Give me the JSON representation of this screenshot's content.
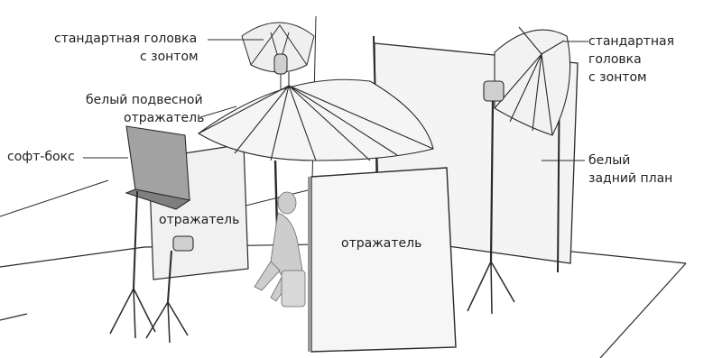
{
  "labels": {
    "standard_head_umbrella_left": [
      "стандартная головка",
      "с зонтом"
    ],
    "standard_head_umbrella_right": [
      "стандартная",
      "головка",
      "с зонтом"
    ],
    "white_hanging_reflector": [
      "белый подвесной",
      "отражатель"
    ],
    "softbox": "софт-бокс",
    "white_backdrop": [
      "белый",
      "задний план"
    ],
    "reflector_left": "отражатель",
    "reflector_center": "отражатель"
  },
  "colors": {
    "line": "#2a2a2a",
    "panel": "#f2f2f2",
    "shadow": "#b9b9b9",
    "softbox_dark": "#8d8d8d",
    "figure": "#c9c9c9"
  }
}
